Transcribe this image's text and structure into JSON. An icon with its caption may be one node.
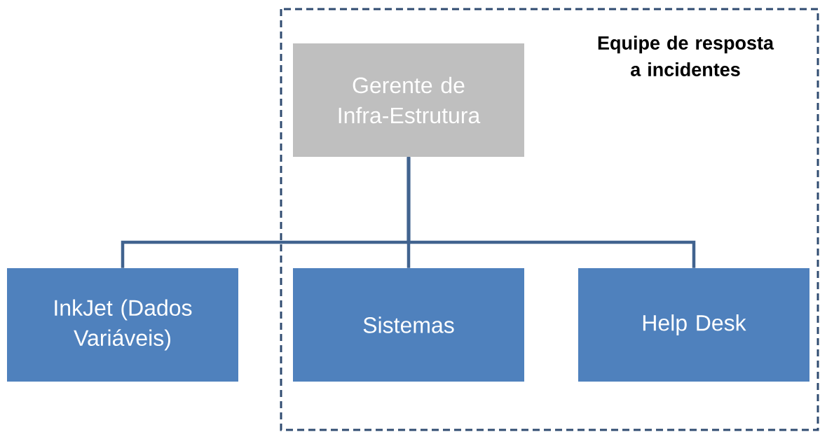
{
  "diagram": {
    "nodes": [
      {
        "text": [
          "Equipe de resposta a incidentes"
        ]
      },
      {
        "text": [
          "Gerente de Infra-Estrutura"
        ],
        "in": 0
      },
      {
        "text": [
          "InkJet (Dados Variáveis)"
        ]
      },
      {
        "text": [
          "Sistemas"
        ],
        "in": 0
      },
      {
        "text": [
          "Help Desk"
        ],
        "in": 0
      }
    ],
    "edges": [
      {
        "from": 1,
        "to": 2,
        "arrow": "none"
      },
      {
        "from": 1,
        "to": 3,
        "arrow": "none"
      },
      {
        "from": 1,
        "to": 4,
        "arrow": "none"
      }
    ]
  }
}
